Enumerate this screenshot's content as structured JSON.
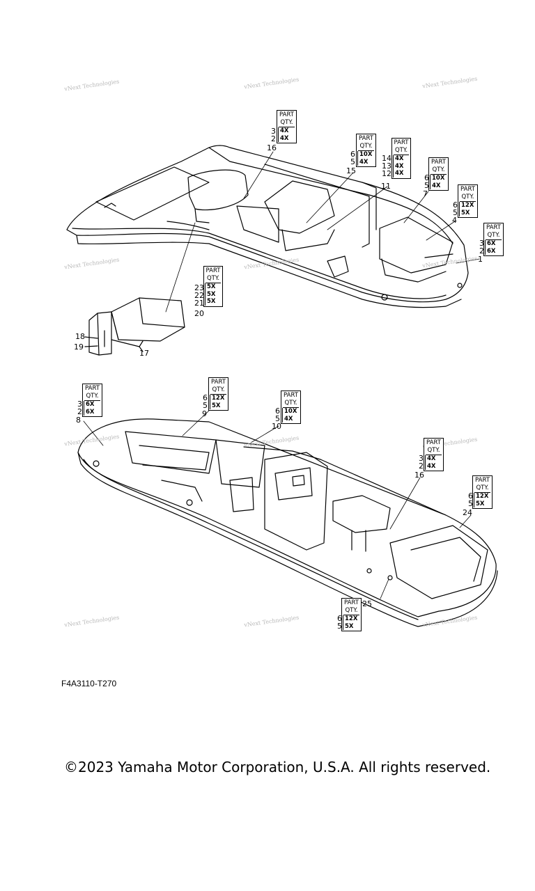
{
  "watermark_text": "vNext Technologies",
  "diagram_code": "F4A3110-T270",
  "copyright": "©2023 Yamaha Motor Corporation, U.S.A. All rights reserved.",
  "qty_header": [
    "PART",
    "QTY."
  ],
  "qty_boxes": [
    {
      "id": "a",
      "parts": [
        "3",
        "2"
      ],
      "qtys": [
        "4X",
        "4X"
      ],
      "callout": "16"
    },
    {
      "id": "b",
      "parts": [
        "6",
        "5"
      ],
      "qtys": [
        "10X",
        "4X"
      ],
      "callout": "15"
    },
    {
      "id": "c",
      "parts": [
        "14",
        "13",
        "12"
      ],
      "qtys": [
        "4X",
        "4X",
        "4X"
      ],
      "callout": "11"
    },
    {
      "id": "d",
      "parts": [
        "6",
        "5"
      ],
      "qtys": [
        "10X",
        "4X"
      ],
      "callout": "7"
    },
    {
      "id": "e",
      "parts": [
        "6",
        "5"
      ],
      "qtys": [
        "12X",
        "5X"
      ],
      "callout": "4"
    },
    {
      "id": "f",
      "parts": [
        "3",
        "2"
      ],
      "qtys": [
        "6X",
        "6X"
      ],
      "callout": "1"
    },
    {
      "id": "g",
      "parts": [
        "23",
        "22",
        "21"
      ],
      "qtys": [
        "5X",
        "5X",
        "5X"
      ],
      "callout": "20"
    },
    {
      "id": "h",
      "parts": [
        "3",
        "2"
      ],
      "qtys": [
        "6X",
        "6X"
      ],
      "callout": "8"
    },
    {
      "id": "i",
      "parts": [
        "6",
        "5"
      ],
      "qtys": [
        "12X",
        "5X"
      ],
      "callout": "9"
    },
    {
      "id": "j",
      "parts": [
        "6",
        "5"
      ],
      "qtys": [
        "10X",
        "4X"
      ],
      "callout": "10"
    },
    {
      "id": "k",
      "parts": [
        "3",
        "2"
      ],
      "qtys": [
        "4X",
        "4X"
      ],
      "callout": "16"
    },
    {
      "id": "l",
      "parts": [
        "6",
        "5"
      ],
      "qtys": [
        "12X",
        "5X"
      ],
      "callout": "24"
    },
    {
      "id": "m",
      "parts": [
        "6",
        "5"
      ],
      "qtys": [
        "12X",
        "5X"
      ],
      "callout": "25"
    }
  ],
  "standalone_callouts": [
    "18",
    "19",
    "17"
  ]
}
